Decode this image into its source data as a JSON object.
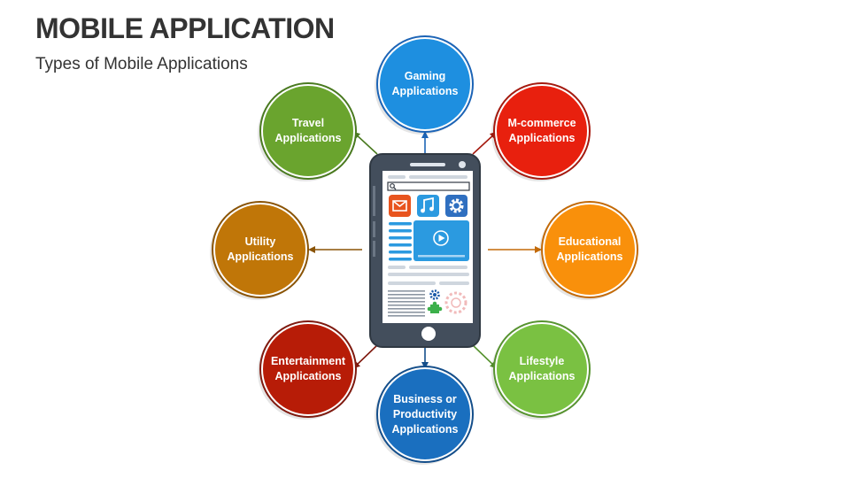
{
  "header": {
    "title": "MOBILE APPLICATION",
    "subtitle": "Types of Mobile Applications"
  },
  "diagram": {
    "nodes": [
      {
        "id": "gaming",
        "label": "Gaming\nApplications",
        "color": "#1e8fe0",
        "dark": "#1c64b6"
      },
      {
        "id": "mcommerce",
        "label": "M-commerce\nApplications",
        "color": "#e8200e",
        "dark": "#a51a0f"
      },
      {
        "id": "educational",
        "label": "Educational\nApplications",
        "color": "#f9900b",
        "dark": "#c36a08"
      },
      {
        "id": "lifestyle",
        "label": "Lifestyle\nApplications",
        "color": "#7ac142",
        "dark": "#579330"
      },
      {
        "id": "business",
        "label": "Business or\nProductivity\nApplications",
        "color": "#1a6fbf",
        "dark": "#144e8a"
      },
      {
        "id": "entertainment",
        "label": "Entertainment\nApplications",
        "color": "#b71c07",
        "dark": "#7f1a0f"
      },
      {
        "id": "utility",
        "label": "Utility\nApplications",
        "color": "#c07608",
        "dark": "#8a5406"
      },
      {
        "id": "travel",
        "label": "Travel\nApplications",
        "color": "#6aa42e",
        "dark": "#4a7a20"
      }
    ],
    "phone_icons": [
      "mail-icon",
      "music-note-icon",
      "gear-icon",
      "play-icon",
      "search-icon",
      "puzzle-icon"
    ]
  }
}
